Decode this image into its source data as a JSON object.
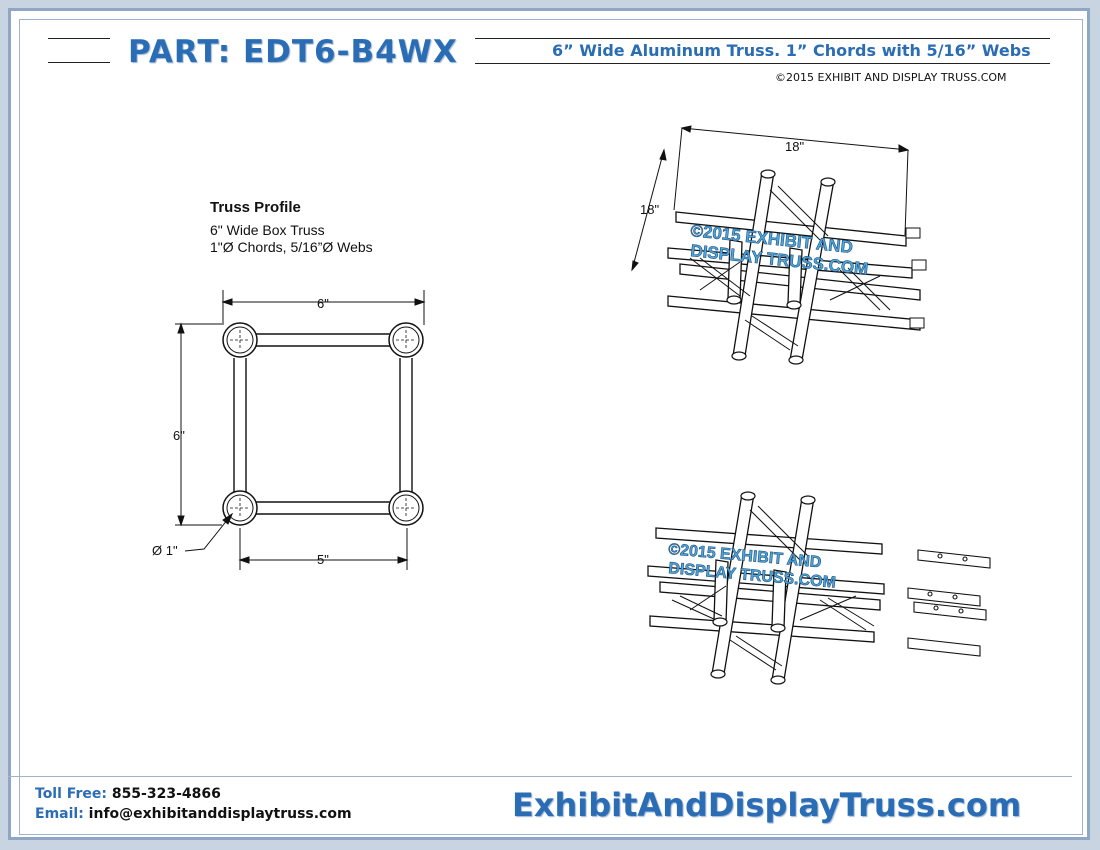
{
  "header": {
    "part_title": "PART: EDT6-B4WX",
    "subtitle": "6” Wide Aluminum Truss. 1” Chords with 5/16” Webs",
    "copyright": "©2015 EXHIBIT AND DISPLAY TRUSS.COM"
  },
  "profile": {
    "heading": "Truss Profile",
    "line1": "6\" Wide Box Truss",
    "line2": "1\"Ø Chords, 5/16”Ø Webs",
    "dim_top": "6\"",
    "dim_side": "6\"",
    "dim_bottom": "5\"",
    "dim_diameter": "Ø 1\""
  },
  "isometric_top": {
    "dim_length": "18\"",
    "dim_width": "18\"",
    "watermark_line1": "©2015 EXHIBIT AND",
    "watermark_line2": "DISPLAY TRUSS.COM"
  },
  "isometric_bottom": {
    "watermark_line1": "©2015 EXHIBIT AND",
    "watermark_line2": "DISPLAY TRUSS.COM"
  },
  "footer": {
    "toll_free_label": "Toll Free:",
    "toll_free_value": "855-323-4866",
    "email_label": "Email:",
    "email_value": "info@exhibitanddisplaytruss.com",
    "website": "ExhibitAndDisplayTruss.com"
  },
  "colors": {
    "brand_blue": "#2a6db5",
    "frame": "#8fa7c4"
  }
}
